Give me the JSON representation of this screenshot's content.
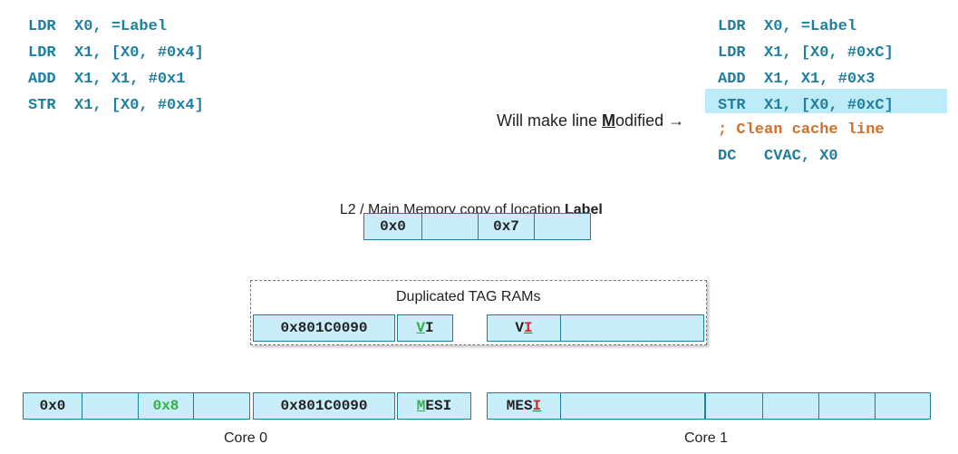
{
  "left_code": [
    "LDR  X0, =Label",
    "LDR  X1, [X0, #0x4]",
    "ADD  X1, X1, #0x1",
    "STR  X1, [X0, #0x4]"
  ],
  "right_code": [
    "LDR  X0, =Label",
    "LDR  X1, [X0, #0xC]",
    "ADD  X1, X1, #0x3",
    "STR  X1, [X0, #0xC]",
    "; Clean cache line",
    "DC   CVAC, X0"
  ],
  "annotation": {
    "prefix": "Will make line ",
    "letter": "M",
    "suffix": "odified →"
  },
  "memory": {
    "caption_prefix": "L2 / Main Memory copy of location ",
    "caption_bold": "Label",
    "cells": [
      "0x0",
      "",
      "0x7",
      ""
    ]
  },
  "tag_rams": {
    "title": "Duplicated TAG RAMs",
    "address": "0x801C0090",
    "core0_state": {
      "underlined": "V",
      "rest": "I"
    },
    "core1_state": {
      "plain": "V",
      "underlined": "I"
    },
    "empty": ""
  },
  "core0": {
    "label": "Core 0",
    "data_cells": [
      "0x0",
      "",
      "0x8",
      ""
    ],
    "tag": "0x801C0090",
    "state": {
      "underlined": "M",
      "rest": "ESI"
    }
  },
  "core1": {
    "label": "Core 1",
    "state": {
      "plain": "MES",
      "underlined": "I"
    },
    "tag": "",
    "data_cells": [
      "",
      "",
      "",
      ""
    ]
  },
  "colors": {
    "code": "#1f7fa0",
    "comment": "#d0702a",
    "cell_fill": "#c9eefa",
    "green": "#33b244",
    "red": "#e02424"
  }
}
